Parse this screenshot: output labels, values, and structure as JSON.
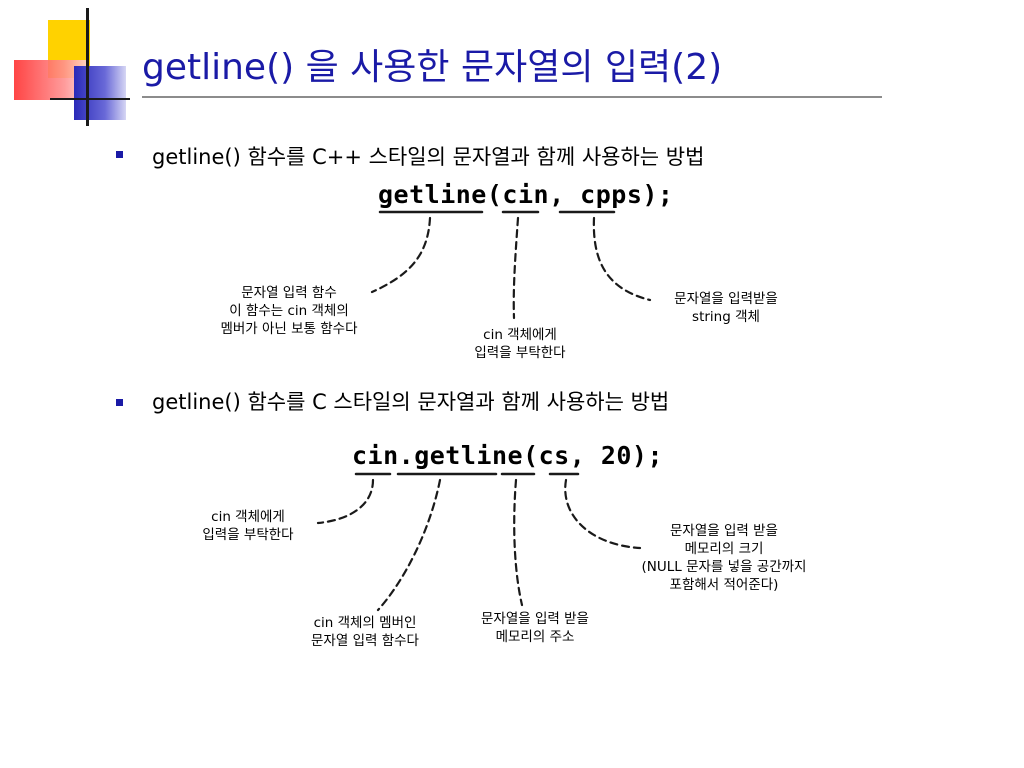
{
  "slide": {
    "title": "getline() 을 사용한 문자열의 입력(2)",
    "colors": {
      "title": "#1a1aa6",
      "bullet": "#1a1aa6",
      "deco_yellow": "#ffd200",
      "deco_red": "#ff4040",
      "deco_blue": "#3c3cc8"
    }
  },
  "bullets": [
    {
      "text": "getline() 함수를 C++ 스타일의 문자열과 함께 사용하는 방법"
    },
    {
      "text": "getline() 함수를 C 스타일의 문자열과 함께 사용하는 방법"
    }
  ],
  "diagram1": {
    "code": "getline(cin, cpps);",
    "annotations": {
      "func": [
        "문자열 입력 함수",
        "이 함수는 cin 객체의",
        "멤버가 아닌 보통 함수다"
      ],
      "cin": [
        "cin 객체에게",
        "입력을 부탁한다"
      ],
      "var": [
        "문자열을 입력받을",
        "string 객체"
      ]
    }
  },
  "diagram2": {
    "code": "cin.getline(cs, 20);",
    "annotations": {
      "cin": [
        "cin 객체에게",
        "입력을 부탁한다"
      ],
      "member": [
        "cin 객체의 멤버인",
        "문자열 입력 함수다"
      ],
      "addr": [
        "문자열을 입력 받을",
        "메모리의 주소"
      ],
      "size": [
        "문자열을 입력 받을",
        "메모리의 크기",
        "(NULL 문자를 넣을 공간까지",
        "포함해서 적어준다)"
      ]
    }
  }
}
